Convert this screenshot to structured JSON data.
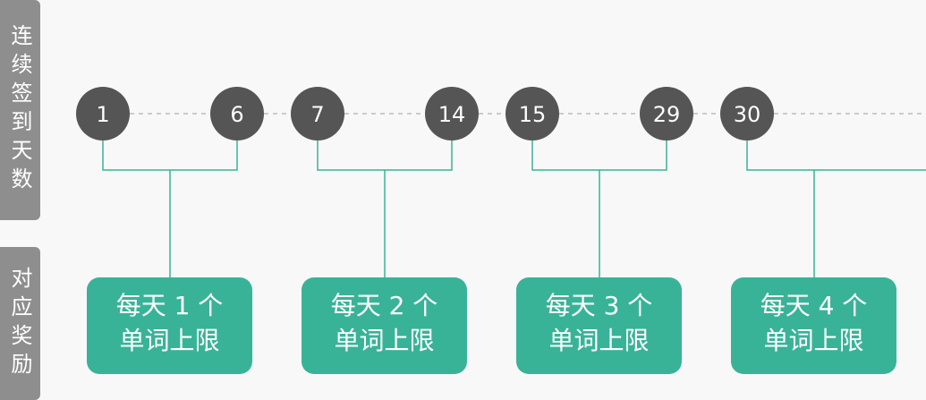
{
  "side_labels": {
    "days": "连续签到天数",
    "reward": "对应奖励"
  },
  "days": [
    "1",
    "6",
    "7",
    "14",
    "15",
    "29",
    "30"
  ],
  "rewards": [
    {
      "line1": "每天 1 个",
      "line2": "单词上限"
    },
    {
      "line1": "每天 2 个",
      "line2": "单词上限"
    },
    {
      "line1": "每天 3 个",
      "line2": "单词上限"
    },
    {
      "line1": "每天 4 个",
      "line2": "单词上限"
    }
  ],
  "colors": {
    "node": "#555555",
    "connector": "#39b398",
    "reward_bg": "#39b398",
    "label_bg": "#8e8e8e",
    "dash": "#bcbcbc"
  }
}
